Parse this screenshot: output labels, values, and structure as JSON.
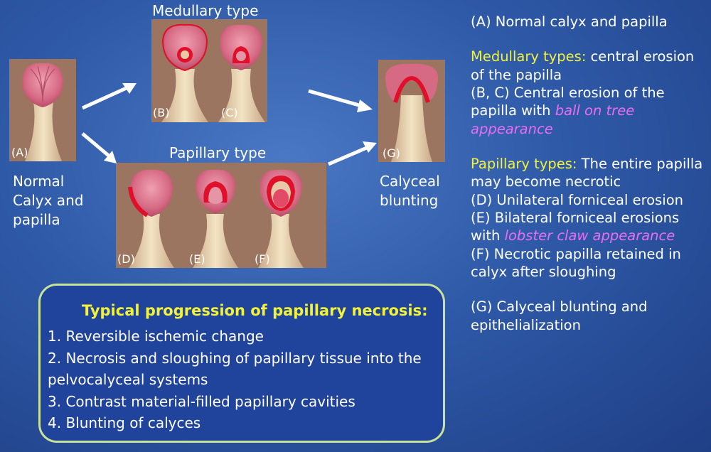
{
  "headings": {
    "medullary": "Medullary type",
    "papillary": "Papillary type"
  },
  "panels": {
    "A": "(A)",
    "B": "(B)",
    "C": "(C)",
    "D": "(D)",
    "E": "(E)",
    "F": "(F)",
    "G": "(G)"
  },
  "normal_label": [
    "Normal",
    "Calyx and",
    "papilla"
  ],
  "blunting_label": [
    "Calyceal",
    "blunting"
  ],
  "legend": {
    "a": "(A) Normal calyx and papilla",
    "medullary_head": "Medullary types:",
    "medullary_rest": " central erosion of the papilla",
    "bc_text": "(B, C) Central erosion of the papilla with ",
    "bc_emph": "ball on tree appearance",
    "papillary_head": "Papillary types:",
    "papillary_rest": " The entire papilla may become necrotic",
    "d": "(D) Unilateral forniceal erosion",
    "e_text": "(E) Bilateral forniceal erosions with ",
    "e_emph": "lobster claw appearance",
    "f": "(F) Necrotic papilla retained in calyx after sloughing",
    "g": "(G) Calyceal blunting and epithelialization"
  },
  "box": {
    "title": "Typical progression of papillary necrosis:",
    "items": [
      "1.  Reversible ischemic change",
      "2.  Necrosis and sloughing of papillary tissue into the pelvocalyceal systems",
      "3.  Contrast material-filled papillary cavities",
      "4.  Blunting of calyces"
    ]
  },
  "colors": {
    "panel_bg": "#9b7560",
    "papilla": "#d9708a",
    "erosion": "#e0102a",
    "stalk": "#ecd9b0",
    "legend_highlight": "#f2f23a",
    "legend_emphasis": "#e86ef0",
    "box_border": "#c9e29a"
  }
}
